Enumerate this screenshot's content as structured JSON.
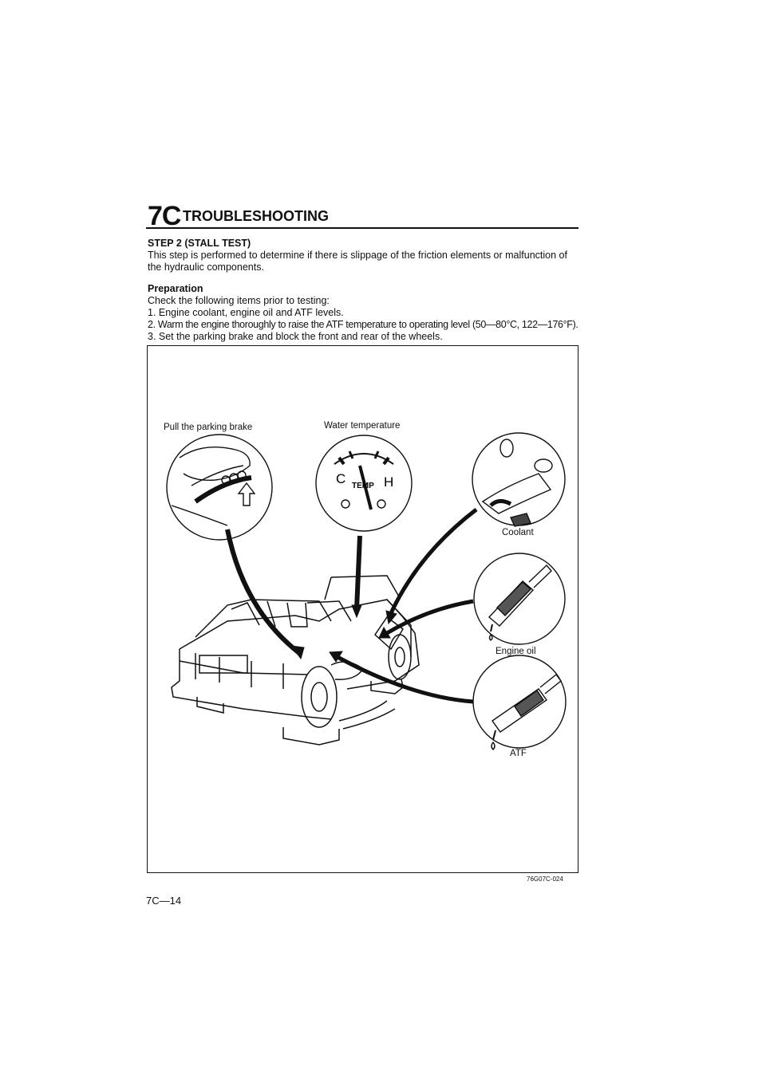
{
  "header": {
    "section": "7C",
    "title": "TROUBLESHOOTING"
  },
  "step": {
    "heading": "STEP 2 (STALL TEST)",
    "description": "This step is performed to determine if there is slippage of the friction elements or malfunction of the hydraulic components."
  },
  "preparation": {
    "heading": "Preparation",
    "intro": "Check the following items prior to testing:",
    "items": [
      "1. Engine coolant, engine oil and ATF levels.",
      "2. Warm the engine thoroughly to raise the ATF temperature to operating level (50—80°C, 122—176°F).",
      "3. Set the parking brake and block the front and rear of the wheels."
    ]
  },
  "figure": {
    "labels": {
      "parking_brake": "Pull the parking brake",
      "water_temp": "Water temperature",
      "coolant": "Coolant",
      "engine_oil": "Engine oil",
      "atf": "ATF"
    },
    "gauge": {
      "cold": "C",
      "hot": "H",
      "temp": "TEMP"
    },
    "code": "76G07C-024"
  },
  "footer": {
    "page": "7C—14"
  }
}
